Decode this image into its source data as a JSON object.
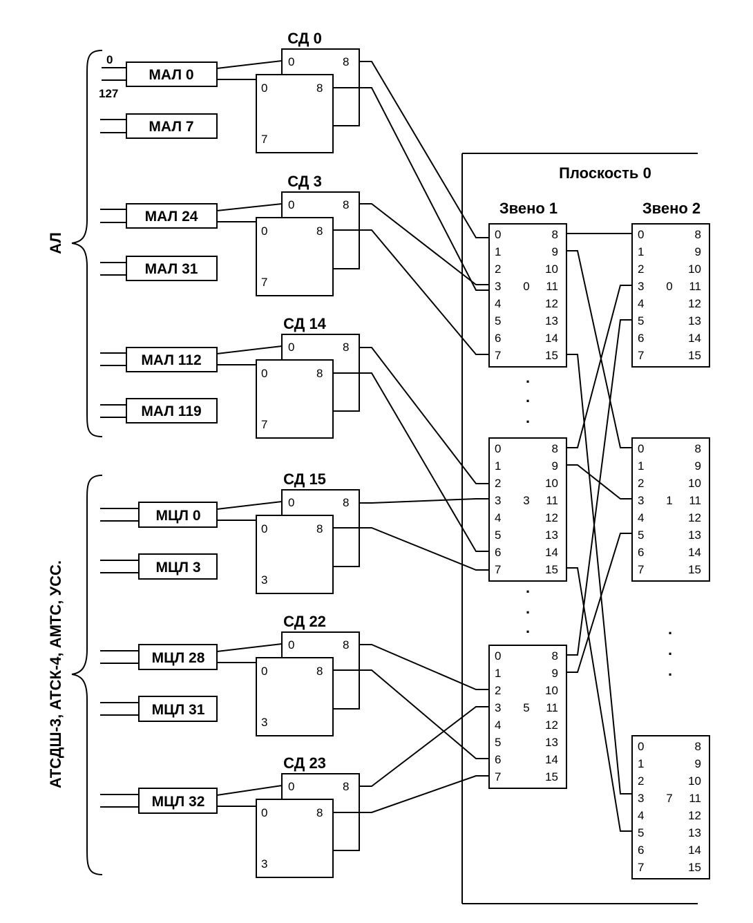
{
  "plane": {
    "title": "Плоскость 0"
  },
  "stages": {
    "stage1_title": "Звено 1",
    "stage2_title": "Звено 2"
  },
  "groups": {
    "al_label": "АЛ",
    "cl_label": "АТСДШ-3, АТСК-4, АМТС, УСС."
  },
  "line_range": {
    "first": "0",
    "last": "127"
  },
  "modules": {
    "mal0": "МАЛ 0",
    "mal7": "МАЛ 7",
    "mal24": "МАЛ 24",
    "mal31": "МАЛ 31",
    "mal112": "МАЛ 112",
    "mal119": "МАЛ 119",
    "mcl0": "МЦЛ 0",
    "mcl3": "МЦЛ 3",
    "mcl28": "МЦЛ 28",
    "mcl31": "МЦЛ 31",
    "mcl32": "МЦЛ 32"
  },
  "concentrators": {
    "sd0": "СД 0",
    "sd3": "СД 3",
    "sd14": "СД 14",
    "sd15": "СД 15",
    "sd22": "СД 22",
    "sd23": "СД 23"
  },
  "sd_ports": {
    "in0": "0",
    "out8": "8",
    "in7": "7",
    "in3": "3"
  },
  "switch_ports": {
    "left": [
      "0",
      "1",
      "2",
      "3",
      "4",
      "5",
      "6",
      "7"
    ],
    "right": [
      "8",
      "9",
      "10",
      "11",
      "12",
      "13",
      "14",
      "15"
    ]
  },
  "switch_ids": {
    "s1_a": "0",
    "s1_b": "3",
    "s1_c": "5",
    "s2_a": "0",
    "s2_b": "1",
    "s2_c": "7"
  },
  "ellipsis": "."
}
